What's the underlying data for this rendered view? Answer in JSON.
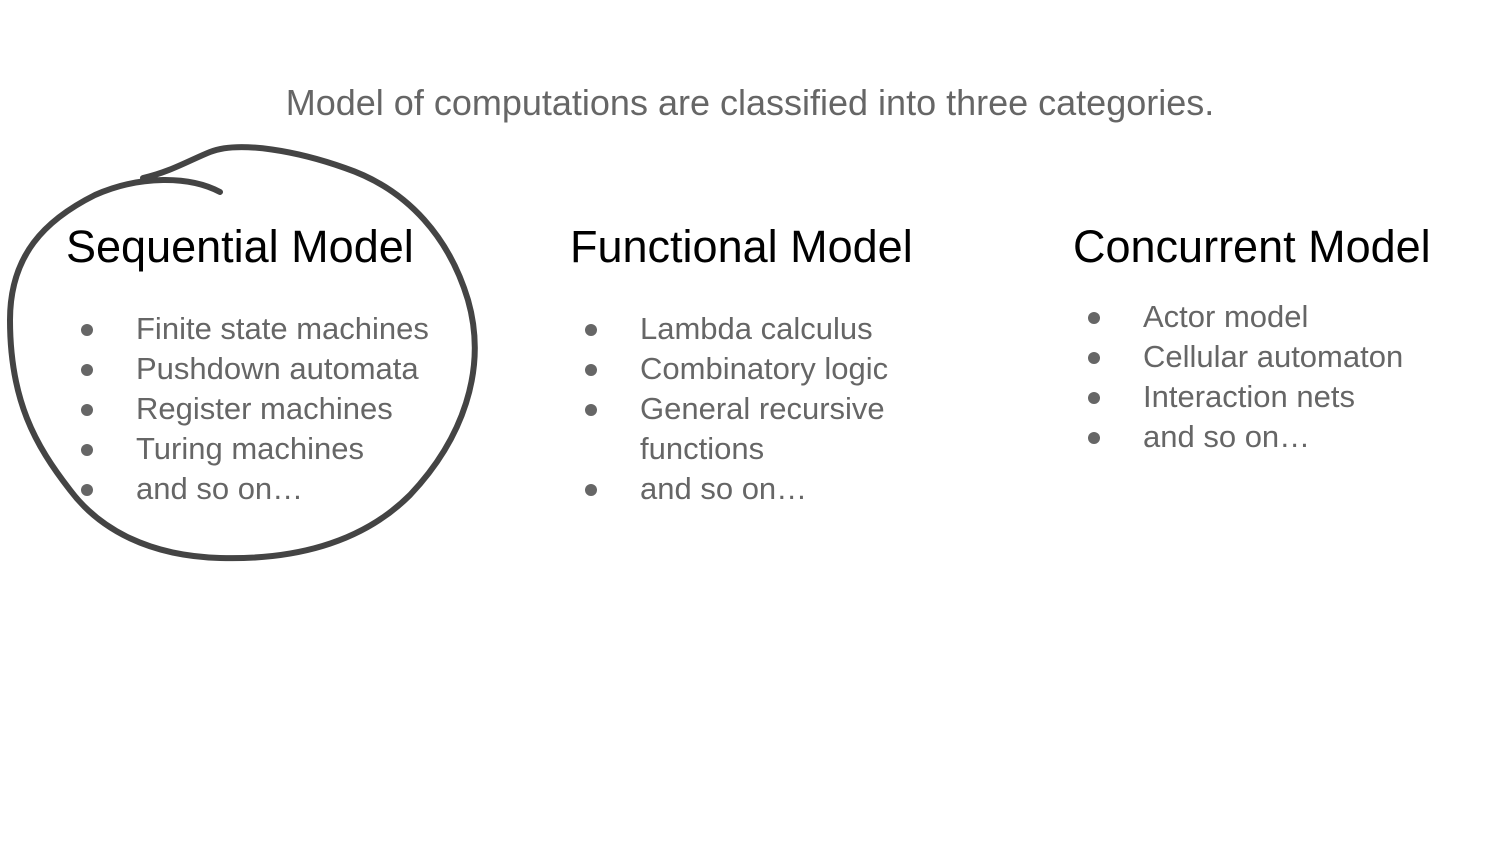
{
  "subtitle": "Model of computations are classified into three categories.",
  "columns": [
    {
      "title": "Sequential Model",
      "items": [
        "Finite state machines",
        "Pushdown automata",
        "Register machines",
        "Turing machines",
        "and so on…"
      ]
    },
    {
      "title": "Functional Model",
      "items": [
        "Lambda calculus",
        "Combinatory logic",
        "General recursive functions",
        "and so on…"
      ]
    },
    {
      "title": "Concurrent Model",
      "items": [
        "Actor model",
        "Cellular automaton",
        "Interaction nets",
        "and so on…"
      ]
    }
  ],
  "colors": {
    "heading": "#000000",
    "body": "#666666",
    "annotation": "#444444"
  }
}
